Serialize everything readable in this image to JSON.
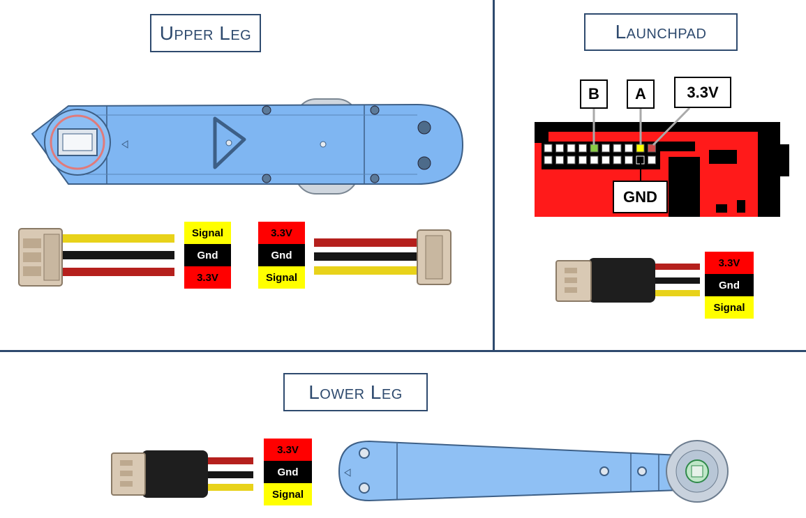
{
  "sections": {
    "upper_leg": {
      "title": "Upper Leg"
    },
    "launchpad": {
      "title": "Launchpad"
    },
    "lower_leg": {
      "title": "Lower Leg"
    }
  },
  "launchpad_callouts": {
    "b": "B",
    "a": "A",
    "v33": "3.3V",
    "gnd": "GND"
  },
  "pinouts": {
    "upper_left": [
      "Signal",
      "Gnd",
      "3.3V"
    ],
    "upper_right": [
      "3.3V",
      "Gnd",
      "Signal"
    ],
    "launchpad": [
      "3.3V",
      "Gnd",
      "Signal"
    ],
    "lower": [
      "3.3V",
      "Gnd",
      "Signal"
    ]
  },
  "colors": {
    "accent": "#2e4a6e",
    "signal": "#ffff00",
    "gnd": "#000000",
    "power": "#ff0000",
    "part_blue": "#7fb6f2",
    "board_red": "#ff1a1a"
  }
}
